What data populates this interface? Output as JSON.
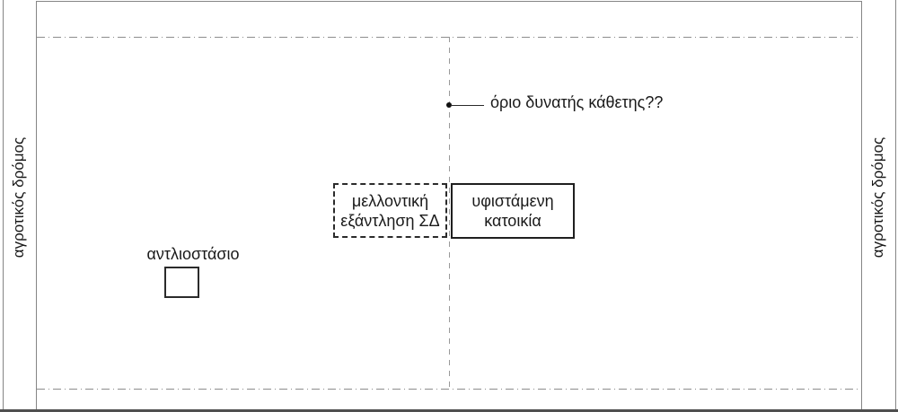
{
  "diagram": {
    "roads": {
      "left_label": "αγροτικός δρόμος",
      "right_label": "αγροτικός δρόμος"
    },
    "annotation": {
      "boundary_note": "όριο δυνατής κάθετης??"
    },
    "boxes": {
      "future": {
        "line1": "μελλοντική",
        "line2": "εξάντληση ΣΔ"
      },
      "existing": {
        "line1": "υφιστάμενη",
        "line2": "κατοικία"
      }
    },
    "pump": {
      "label": "αντλιοστάσιο"
    },
    "colors": {
      "ink": "#1a1a1a",
      "frame_line": "#858585",
      "dash_line": "#8c8c8c",
      "bottom_band": "#4f4f4f",
      "background": "#ffffff"
    }
  }
}
